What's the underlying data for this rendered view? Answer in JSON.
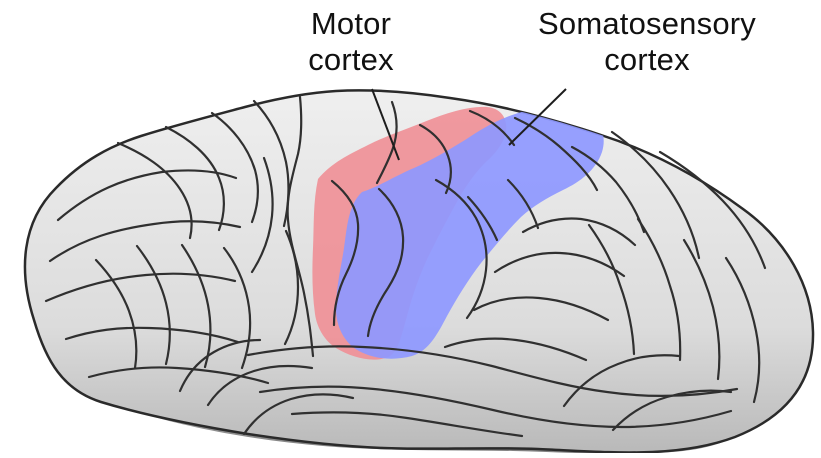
{
  "labels": {
    "motor": {
      "line1": "Motor",
      "line2": "cortex"
    },
    "somatosensory": {
      "line1": "Somatosensory",
      "line2": "cortex"
    }
  },
  "regions": [
    {
      "name": "motor-cortex",
      "color": "#ef8f96"
    },
    {
      "name": "somatosensory-cortex",
      "color": "#8e98ff"
    }
  ],
  "colors": {
    "brain_fill": "#e8e8e8",
    "brain_shadow": "#b8b8b8",
    "outline": "#2a2a2a"
  }
}
